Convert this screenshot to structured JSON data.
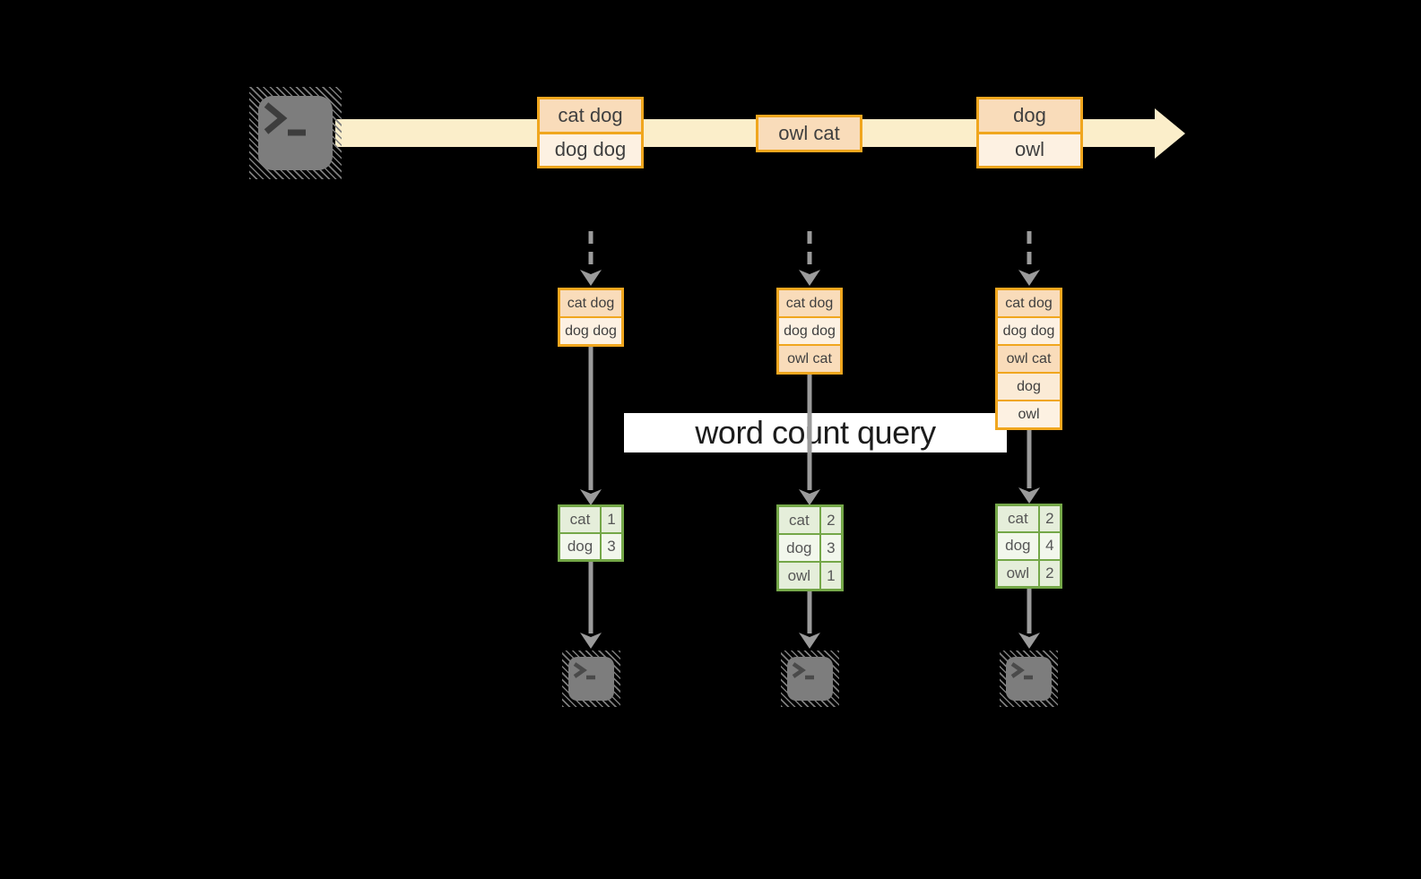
{
  "banner": {
    "label": "word count query"
  },
  "stream": {
    "source_icon": "terminal-icon",
    "events": [
      {
        "cells": [
          "cat dog",
          "dog dog"
        ]
      },
      {
        "cells": [
          "owl cat"
        ]
      },
      {
        "cells": [
          "dog",
          "owl"
        ]
      }
    ]
  },
  "columns": [
    {
      "stack": [
        "cat dog",
        "dog dog"
      ],
      "counts": [
        {
          "word": "cat",
          "count": "1"
        },
        {
          "word": "dog",
          "count": "3"
        }
      ],
      "sink_icon": "terminal-icon"
    },
    {
      "stack": [
        "cat dog",
        "dog dog",
        "owl cat"
      ],
      "counts": [
        {
          "word": "cat",
          "count": "2"
        },
        {
          "word": "dog",
          "count": "3"
        },
        {
          "word": "owl",
          "count": "1"
        }
      ],
      "sink_icon": "terminal-icon"
    },
    {
      "stack": [
        "cat dog",
        "dog dog",
        "owl cat",
        "dog",
        "owl"
      ],
      "counts": [
        {
          "word": "cat",
          "count": "2"
        },
        {
          "word": "dog",
          "count": "4"
        },
        {
          "word": "owl",
          "count": "2"
        }
      ],
      "sink_icon": "terminal-icon"
    }
  ],
  "colors": {
    "background": "#000000",
    "stream_fill": "#FBEECA",
    "event_border_gold": "#F0A61E",
    "event_fill_peach": "#F9DCBA",
    "event_fill_cream": "#FDF1E2",
    "table_border_green": "#74A748",
    "table_fill_sage": "#E5EEDA",
    "table_fill_light": "#F2F7EC",
    "arrow_gray": "#9B9B9B",
    "terminal_gray": "#7D7D7D",
    "banner_bg": "#FFFFFF"
  }
}
